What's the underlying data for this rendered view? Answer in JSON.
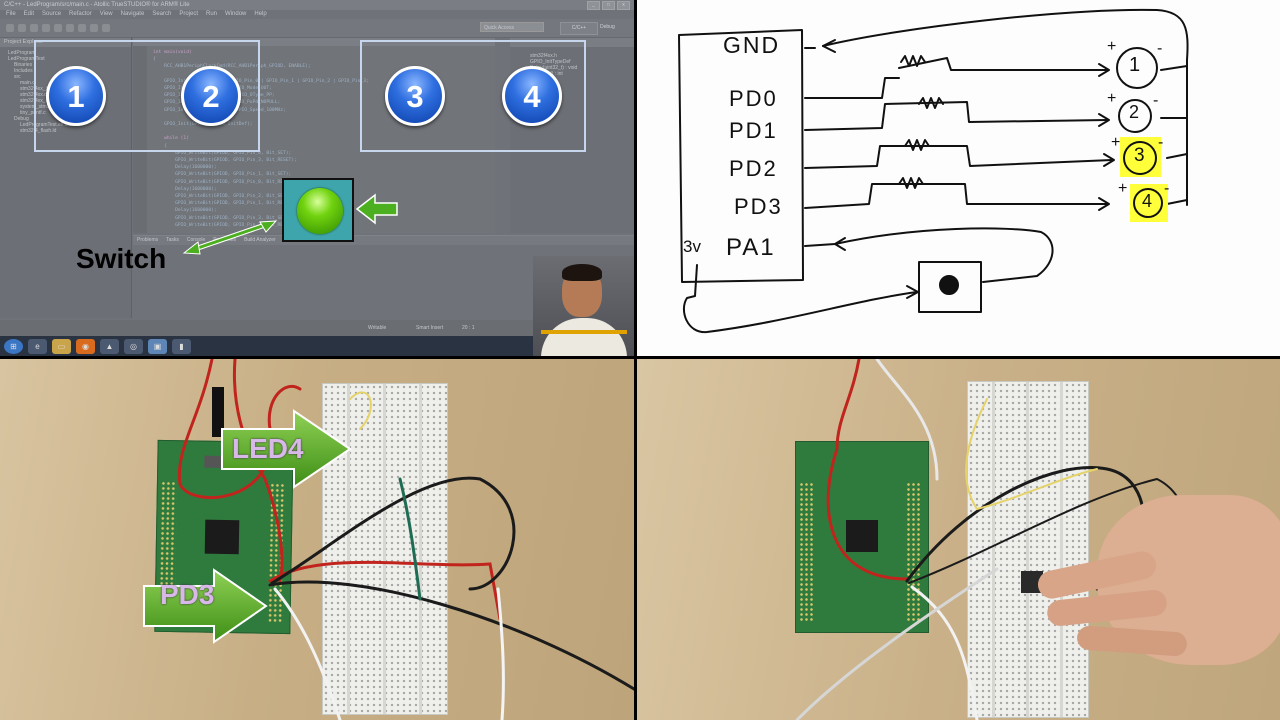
{
  "ide": {
    "window_title": "C/C++ - LedProgram/src/main.c - Atollic TrueSTUDIO® for ARM® Lite",
    "window_buttons": [
      "_",
      "□",
      "x"
    ],
    "menu": [
      "File",
      "Edit",
      "Source",
      "Refactor",
      "View",
      "Navigate",
      "Search",
      "Project",
      "Run",
      "Window",
      "Help"
    ],
    "quick_access_placeholder": "Quick Access",
    "perspectives": [
      "C/C++",
      "Debug"
    ],
    "project_tab": "Project Explorer",
    "project_tree": [
      "LedProgram",
      "LedProgramTest",
      "Binaries",
      "Includes",
      "src",
      "main.c",
      "stm32f4xx_it.c",
      "stm32f4xx.c",
      "stm32f4xx_it.h",
      "system_stm32f4xx.c",
      "tiny_printf.c",
      "Debug",
      "LedProgramTest.elf.launch",
      "stm32f4_flash.ld"
    ],
    "code_lines": [
      "int main(void)",
      "{",
      "    RCC_AHB1PeriphClockCmd(RCC_AHB1Periph_GPIOD, ENABLE);",
      "",
      "    GPIO_InitDef.GPIO_Pin = GPIO_Pin_0 | GPIO_Pin_1 | GPIO_Pin_2 | GPIO_Pin_3;",
      "    GPIO_InitDef.GPIO_Mode = GPIO_Mode_OUT;",
      "    GPIO_InitDef.GPIO_OType = GPIO_OType_PP;",
      "    GPIO_InitDef.GPIO_PuPd = GPIO_PuPd_NOPULL;",
      "    GPIO_InitDef.GPIO_Speed = GPIO_Speed_100MHz;",
      "",
      "    GPIO_Init(GPIOD, &GPIO_InitDef);",
      "",
      "    while (1)",
      "    {",
      "        GPIO_WriteBit(GPIOD, GPIO_Pin_0, Bit_SET);",
      "        GPIO_WriteBit(GPIOD, GPIO_Pin_3, Bit_RESET);",
      "        Delay(1600000);",
      "        GPIO_WriteBit(GPIOD, GPIO_Pin_1, Bit_SET);",
      "        GPIO_WriteBit(GPIOD, GPIO_Pin_0, Bit_RESET);",
      "        Delay(1600000);",
      "        GPIO_WriteBit(GPIOD, GPIO_Pin_2, Bit_SET);",
      "        GPIO_WriteBit(GPIOD, GPIO_Pin_1, Bit_RESET);",
      "        Delay(1600000);",
      "        GPIO_WriteBit(GPIOD, GPIO_Pin_3, Bit_SET);",
      "        GPIO_WriteBit(GPIOD, GPIO_Pin_2, Bit_RESET);"
    ],
    "outline_items": [
      "stm32f4xx.h",
      "GPIO_InitTypeDef",
      "Delay(uint32_t) : void",
      "main(void) : int"
    ],
    "console_tabs": [
      "Problems",
      "Tasks",
      "Console",
      "Properties",
      "Build Analyzer",
      "Static Stack Analyzer"
    ],
    "status": {
      "mode": "Writable",
      "insert": "Smart Insert",
      "position": "20 : 1"
    },
    "callouts": {
      "numbers": [
        "1",
        "2",
        "3",
        "4"
      ],
      "switch_label": "Switch"
    },
    "taskbar_icons": [
      "windows-start-icon",
      "ie-icon",
      "explorer-icon",
      "firefox-icon",
      "vlc-icon",
      "chrome-icon",
      "truestudio-icon",
      "app-icon"
    ],
    "colors": {
      "blue_circle": "#2f6fe0",
      "led_green": "#71d30f",
      "switch_bg": "#3fa5ad",
      "arrow_green": "#4caf20"
    }
  },
  "drawing": {
    "pins": [
      "GND",
      "PD0",
      "PD1",
      "PD2",
      "PD3",
      "PA1"
    ],
    "supply_label": "3v",
    "led_labels": [
      "1",
      "2",
      "3",
      "4"
    ],
    "plus_sign": "+",
    "minus_sign": "-",
    "highlight_color": "#ffff3a"
  },
  "photo_left": {
    "labels": [
      "LED4",
      "PD3"
    ],
    "arrow_color": "#5db428"
  }
}
